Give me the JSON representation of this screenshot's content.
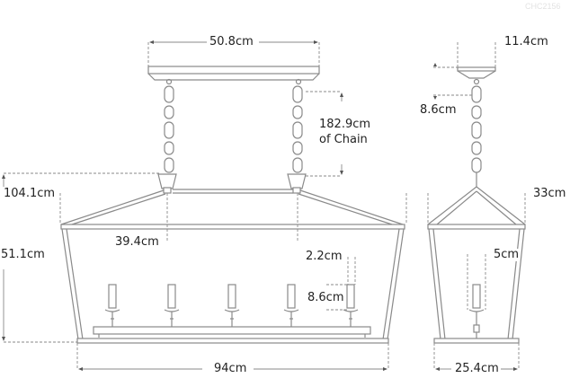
{
  "watermark": "CHC2156",
  "front_view": {
    "canopy_width": "50.8cm",
    "chain_length_line1": "182.9cm",
    "chain_length_line2": "of Chain",
    "overall_height": "104.1cm",
    "body_height": "51.1cm",
    "top_depth_offset": "39.4cm",
    "candle_diameter": "2.2cm",
    "candle_height": "8.6cm",
    "overall_width": "94cm",
    "candle_count": 5
  },
  "side_view": {
    "canopy_width": "11.4cm",
    "canopy_height": "8.6cm",
    "top_width": "33cm",
    "candle_width": "5cm",
    "base_width": "25.4cm",
    "candle_count": 1
  },
  "colors": {
    "line": "#8a8a8a",
    "text": "#222222",
    "background": "#ffffff"
  }
}
